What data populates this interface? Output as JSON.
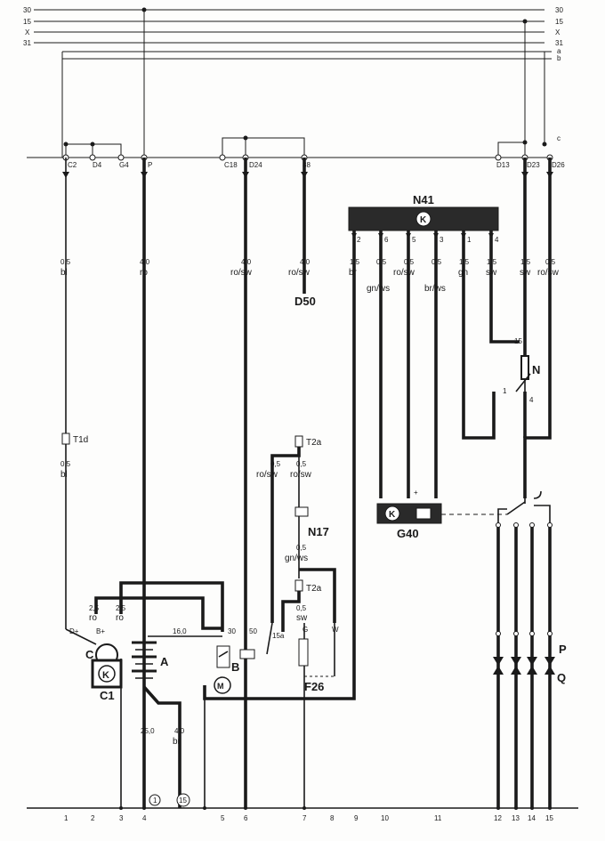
{
  "bus_labels": [
    "30",
    "15",
    "X",
    "31",
    "a",
    "b",
    "c"
  ],
  "terminals": {
    "C2": "C2",
    "D4": "D4",
    "G4": "G4",
    "P": "P",
    "C18": "C18",
    "D24": "D24",
    "88": "88",
    "D13": "D13",
    "D23": "D23",
    "D26": "D26"
  },
  "wires": {
    "w1": {
      "size": "0,5",
      "color": "bl"
    },
    "w4": {
      "size": "4,0",
      "color": "ro"
    },
    "w6": {
      "size": "4,0",
      "color": "ro/sw"
    },
    "w_d50": {
      "size": "4,0",
      "color": "ro/sw"
    },
    "n41_2": {
      "size": "1,5",
      "color": "br"
    },
    "n41_6": {
      "size": "0,5",
      "color": "gn/ws"
    },
    "n41_5": {
      "size": "0,5",
      "color": "ro/sw"
    },
    "n41_3": {
      "size": "0,5",
      "color": "br/ws"
    },
    "n41_1": {
      "size": "1,5",
      "color": "gn"
    },
    "n41_4": {
      "size": "1,5",
      "color": "sw"
    },
    "d23": {
      "size": "1,5",
      "color": "sw"
    },
    "d26": {
      "size": "0,5",
      "color": "ro/sw"
    },
    "t1d": {
      "size": "0,5",
      "color": "bl"
    },
    "t2a_l": {
      "size": "0,5",
      "color": "ro/sw"
    },
    "t2a_r": {
      "size": "0,5",
      "color": "ro/sw"
    },
    "n17": {
      "size": "0,5",
      "color": "gn/ws"
    },
    "gen_l": {
      "size": "2,5",
      "color": "ro"
    },
    "gen_r": {
      "size": "2,5",
      "color": "ro"
    },
    "bat_pos": {
      "size": "16,0"
    },
    "sw_wire": {
      "size": "0,5",
      "color": "sw"
    },
    "gnd_25": {
      "size": "25,0"
    },
    "gnd_br": {
      "size": "4,0",
      "color": "br"
    }
  },
  "pins": {
    "n41": [
      "2",
      "6",
      "5",
      "3",
      "1",
      "4"
    ],
    "n_15": "15",
    "n_1": "1",
    "n_4": "4",
    "starter_30": "30",
    "starter_50": "50",
    "starter_15a": "15a",
    "gen_dplus": "D+",
    "gen_bplus": "B+",
    "f26_g": "G",
    "f26_w": "W",
    "g40_plus": "+"
  },
  "components": {
    "N41": "N41",
    "N": "N",
    "D50": "D50",
    "T1d": "T1d",
    "T2a_top": "T2a",
    "T2a_mid": "T2a",
    "N17": "N17",
    "G40": "G40",
    "C": "C",
    "C1": "C1",
    "A": "A",
    "B": "B",
    "F26": "F26",
    "P": "P",
    "Q": "Q",
    "K": "K",
    "M": "M"
  },
  "ground_markers": [
    "1",
    "15"
  ],
  "columns": [
    "1",
    "2",
    "3",
    "4",
    "5",
    "6",
    "7",
    "8",
    "9",
    "10",
    "11",
    "12",
    "13",
    "14",
    "15"
  ]
}
